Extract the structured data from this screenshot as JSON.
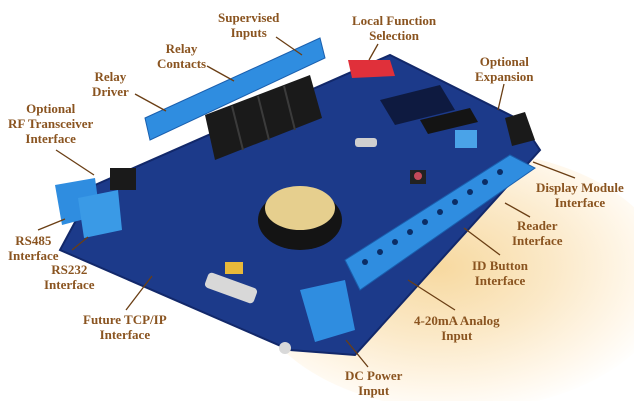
{
  "diagram": {
    "subject": "Access control circuit board",
    "label_color": "#8a5420",
    "labels": [
      {
        "id": "supervised-inputs",
        "lines": [
          "Supervised",
          "Inputs"
        ]
      },
      {
        "id": "local-function-selection",
        "lines": [
          "Local Function",
          "Selection"
        ]
      },
      {
        "id": "relay-contacts",
        "lines": [
          "Relay",
          "Contacts"
        ]
      },
      {
        "id": "optional-expansion",
        "lines": [
          "Optional",
          "Expansion"
        ]
      },
      {
        "id": "relay-driver",
        "lines": [
          "Relay",
          "Driver"
        ]
      },
      {
        "id": "optional-rf-transceiver",
        "lines": [
          "Optional",
          "RF Transceiver",
          "Interface"
        ]
      },
      {
        "id": "display-module",
        "lines": [
          "Display Module",
          "Interface"
        ]
      },
      {
        "id": "reader-interface",
        "lines": [
          "Reader",
          "Interface"
        ]
      },
      {
        "id": "rs485-interface",
        "lines": [
          "RS485",
          "Interface"
        ]
      },
      {
        "id": "rs232-interface",
        "lines": [
          "RS232",
          "Interface"
        ]
      },
      {
        "id": "id-button-interface",
        "lines": [
          "ID Button",
          "Interface"
        ]
      },
      {
        "id": "future-tcpip",
        "lines": [
          "Future TCP/IP",
          "Interface"
        ]
      },
      {
        "id": "analog-input",
        "lines": [
          "4-20mA Analog",
          "Input"
        ]
      },
      {
        "id": "dc-power-input",
        "lines": [
          "DC Power",
          "Input"
        ]
      }
    ]
  }
}
